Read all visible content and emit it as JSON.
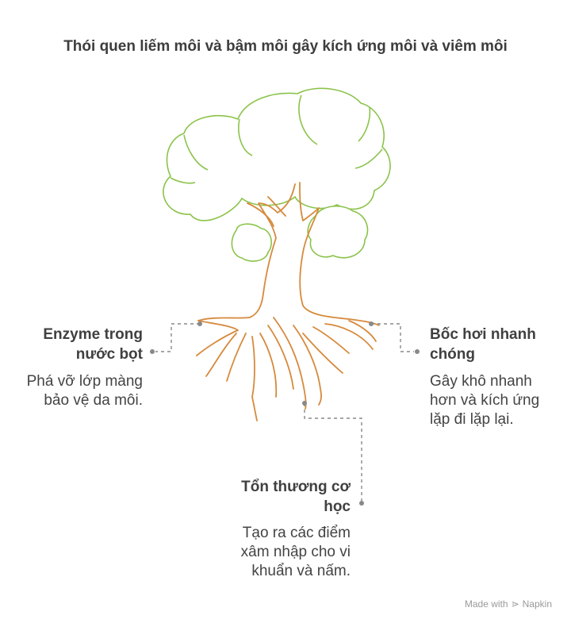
{
  "title": "Thói quen liếm môi và bậm môi gây kích ứng môi và viêm môi",
  "items": [
    {
      "label": "Enzyme trong nước bọt",
      "desc": "Phá vỡ lớp màng bảo vệ da môi."
    },
    {
      "label": "Bốc hơi nhanh chóng",
      "desc": "Gây khô nhanh hơn và kích ứng lặp đi lặp lại."
    },
    {
      "label": "Tổn thương cơ học",
      "desc": "Tạo ra các điểm xâm nhập cho vi khuẩn và nấm."
    }
  ],
  "footer": {
    "made_with": "Made with",
    "brand": "Napkin"
  },
  "colors": {
    "canopy": "#8bc34a",
    "trunk": "#d68a3c",
    "connector": "#888888"
  }
}
